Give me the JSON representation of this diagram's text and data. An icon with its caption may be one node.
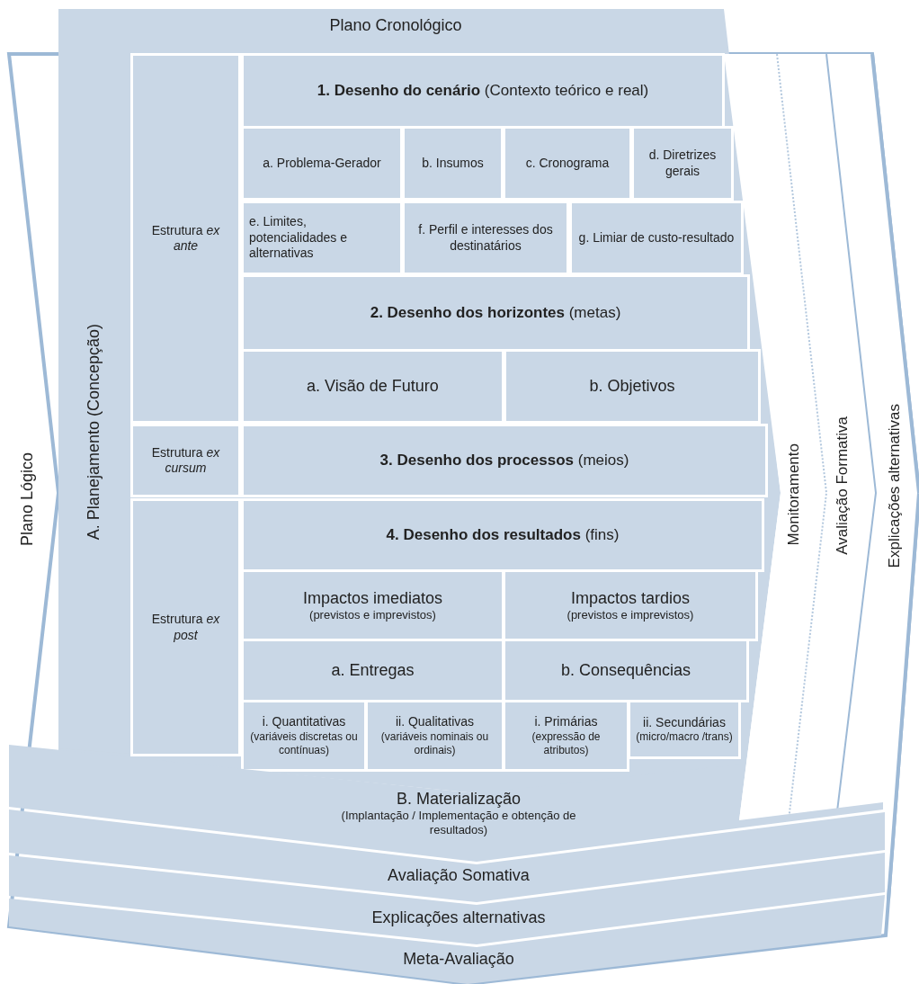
{
  "diagram": {
    "nodes": [
      {
        "text": [
          "Plano Cronológico"
        ]
      },
      {
        "text": [
          "Plano Lógico"
        ]
      },
      {
        "text": [
          "A. Planejamento (Concepção)"
        ],
        "in": 0
      },
      {
        "text": [
          "Estrutura *ex ante*"
        ],
        "in": 0
      },
      {
        "text": [
          "**1. Desenho do cenário** (Contexto teórico e real)"
        ],
        "in": 0
      },
      {
        "text": [
          "a. Problema-Gerador"
        ],
        "in": 0
      },
      {
        "text": [
          "b. Insumos"
        ],
        "in": 0
      },
      {
        "text": [
          "c. Cronograma"
        ],
        "in": 0
      },
      {
        "text": [
          "d. Diretrizes gerais"
        ],
        "in": 0
      },
      {
        "text": [
          "e. Limites, potencialidades e alternativas"
        ],
        "in": 0
      },
      {
        "text": [
          "f. Perfil e interesses dos destinatários"
        ],
        "in": 0
      },
      {
        "text": [
          "g. Limiar de custo-resultado"
        ],
        "in": 0
      },
      {
        "text": [
          "**2. Desenho dos horizontes** (metas)"
        ],
        "in": 0
      },
      {
        "text": [
          "a. Visão de Futuro"
        ],
        "in": 0
      },
      {
        "text": [
          "b. Objetivos"
        ],
        "in": 0
      },
      {
        "text": [
          "Estrutura *ex cursum*"
        ],
        "in": 0
      },
      {
        "text": [
          "**3. Desenho dos processos** (meios)"
        ],
        "in": 0
      },
      {
        "text": [
          "Estrutura *ex post*"
        ],
        "in": 0
      },
      {
        "text": [
          "**4. Desenho dos resultados** (fins)"
        ],
        "in": 0
      },
      {
        "text": [
          "Impactos imediatos",
          "(previstos e imprevistos)"
        ],
        "in": 0
      },
      {
        "text": [
          "Impactos tardios",
          "(previstos e imprevistos)"
        ],
        "in": 0
      },
      {
        "text": [
          "a. Entregas"
        ],
        "in": 0
      },
      {
        "text": [
          "b. Consequências"
        ],
        "in": 0
      },
      {
        "text": [
          "i. Quantitativas",
          "(variáveis discretas ou contínuas)"
        ],
        "in": 0
      },
      {
        "text": [
          "ii. Qualitativas",
          "(variáveis nominais ou ordinais)"
        ],
        "in": 0
      },
      {
        "text": [
          "i. Primárias",
          "(expressão de atributos)"
        ],
        "in": 0
      },
      {
        "text": [
          "ii. Secundárias",
          "(micro/macro /trans)"
        ],
        "in": 0
      },
      {
        "text": [
          "Monitoramento"
        ],
        "in": 1
      },
      {
        "text": [
          "Avaliação Formativa"
        ],
        "in": 1
      },
      {
        "text": [
          "Explicações alternativas"
        ],
        "in": 1
      },
      {
        "text": [
          "B. Materialização",
          "(Implantação / Implementação e obtenção de resultados)"
        ],
        "in": 1
      },
      {
        "text": [
          "Avaliação Somativa"
        ],
        "in": 1
      },
      {
        "text": [
          "Explicações alternativas"
        ],
        "in": 1
      },
      {
        "text": [
          "Meta-Avaliação"
        ],
        "in": 1
      }
    ]
  }
}
